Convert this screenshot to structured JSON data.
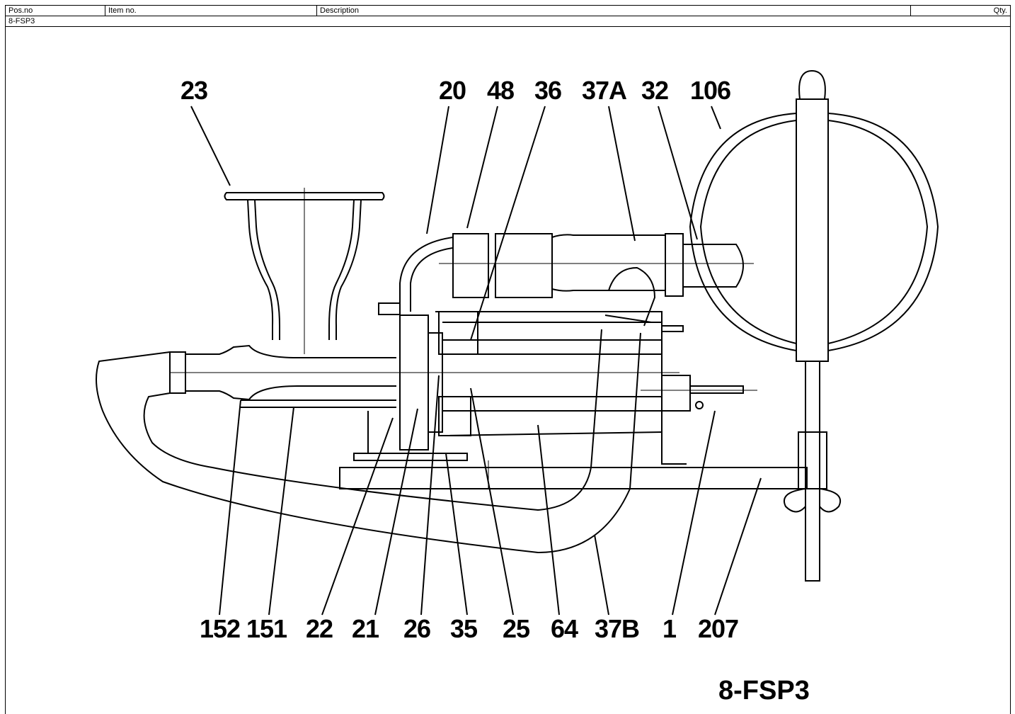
{
  "header": {
    "pos_no": "Pos.no",
    "item_no": "Item no.",
    "description": "Description",
    "qty": "Qty."
  },
  "row": {
    "code": "8-FSP3"
  },
  "drawing": {
    "title": "8-FSP3",
    "top_labels": [
      "23",
      "20",
      "48",
      "36",
      "37A",
      "32",
      "106"
    ],
    "bottom_labels": [
      "152",
      "151",
      "22",
      "21",
      "26",
      "35",
      "25",
      "64",
      "37B",
      "1",
      "207"
    ]
  }
}
